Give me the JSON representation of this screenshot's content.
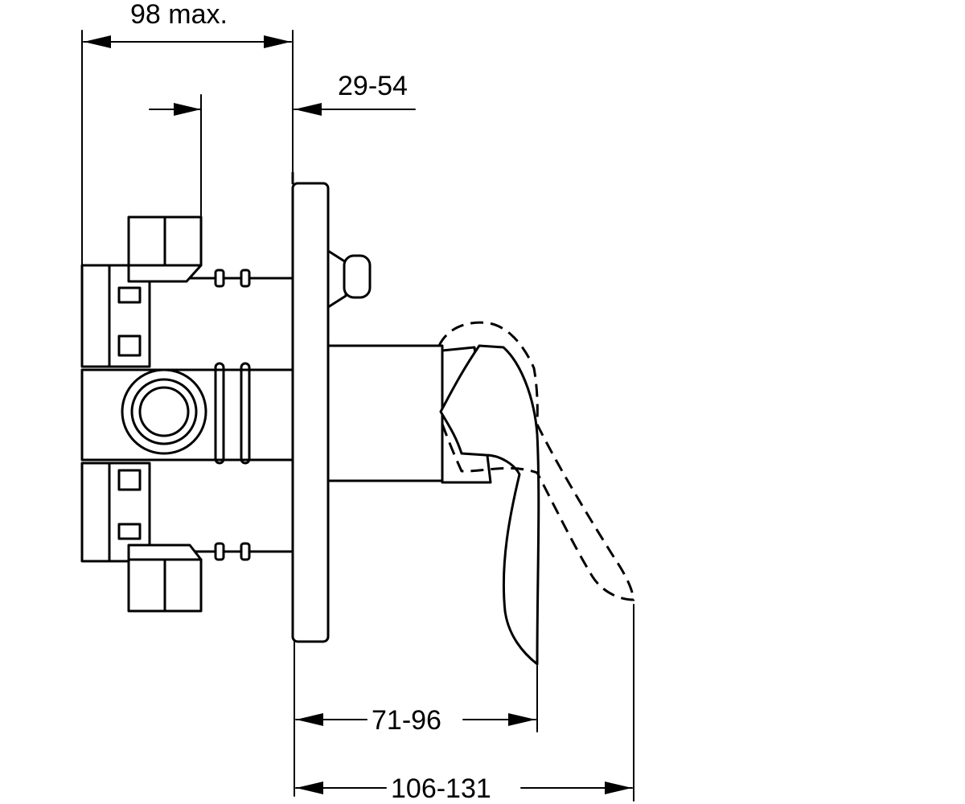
{
  "dimensions": {
    "depth_max": "98 max.",
    "wall_range": "29-54",
    "handle_range": "71-96",
    "total_range": "106-131"
  },
  "colors": {
    "line": "#000000",
    "background": "#ffffff"
  }
}
